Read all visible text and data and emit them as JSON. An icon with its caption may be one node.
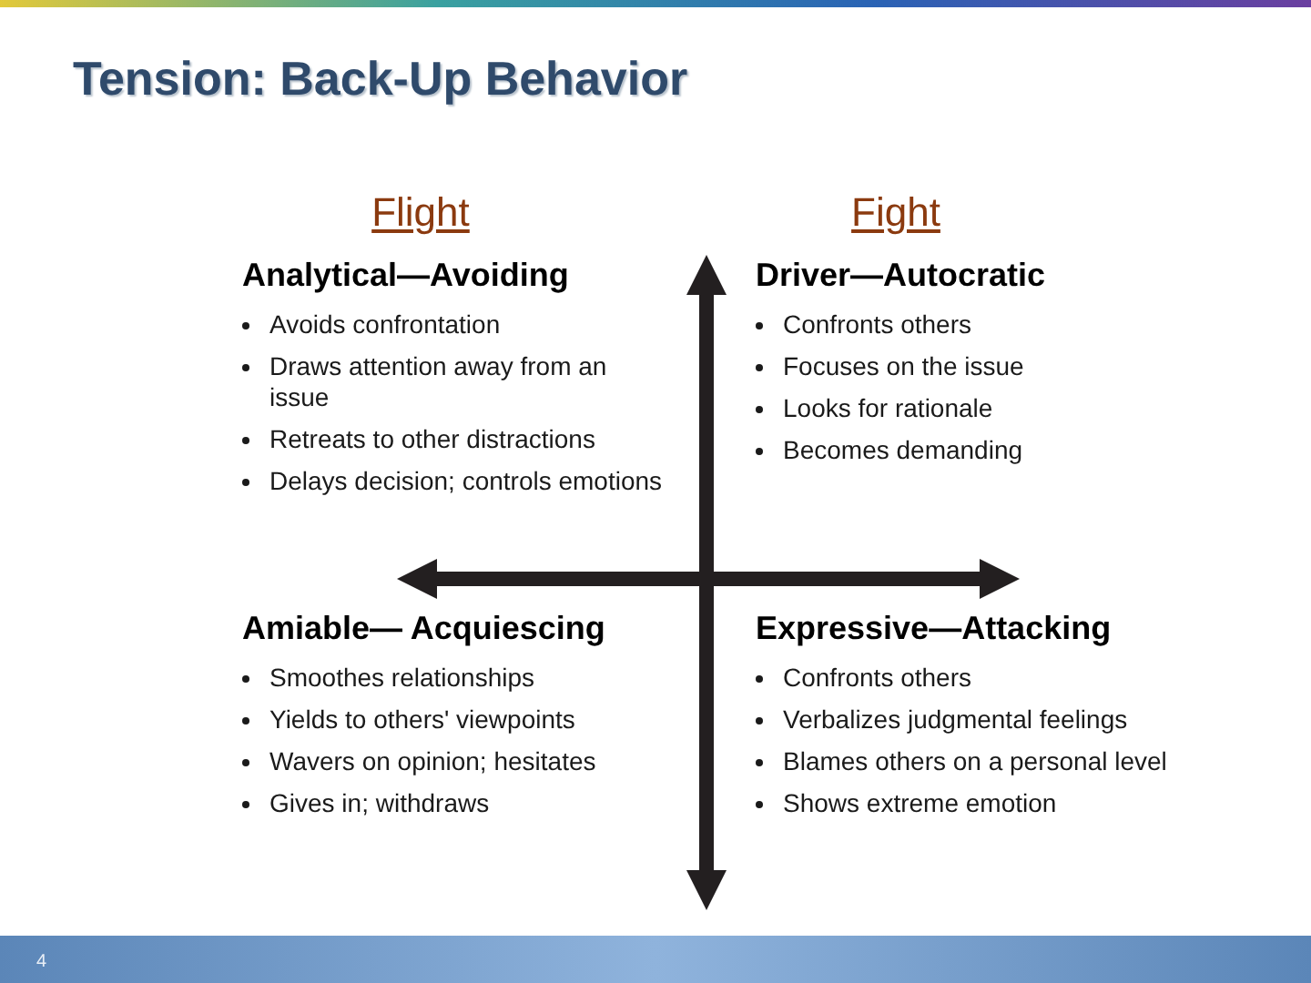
{
  "diagram": {
    "title": "Tension: Back-Up Behavior",
    "labels": [
      "Flight",
      "Fight",
      "Analytical—Avoiding",
      "Avoids confrontation",
      "Draws attention away from an issue",
      "Retreats to other distractions",
      "Delays decision; controls emotions",
      "Driver—Autocratic",
      "Confronts others",
      "Focuses on the issue",
      "Looks for rationale",
      "Becomes demanding",
      "Amiable— Acquiescing",
      "Smoothes relationships",
      "Yields to others' viewpoints",
      "Wavers on opinion; hesitates",
      "Gives in; withdraws",
      "Expressive—Attacking",
      "Confronts others",
      "Verbalizes judgmental feelings",
      "Blames others on a personal level",
      "Shows extreme emotion",
      "4"
    ]
  }
}
